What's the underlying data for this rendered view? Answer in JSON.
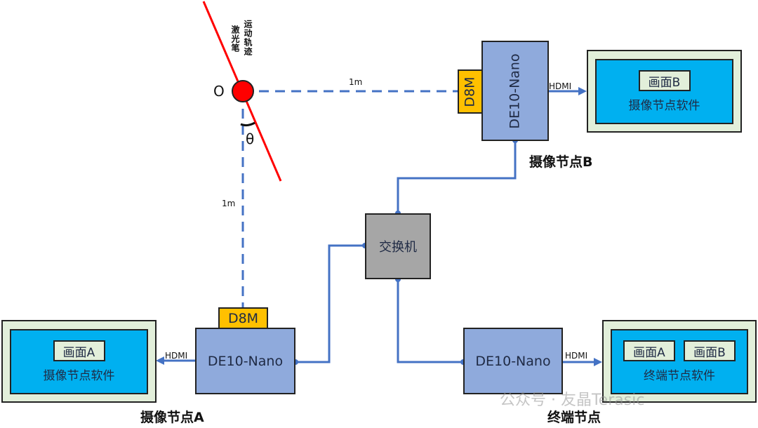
{
  "laser": {
    "origin_label": "O",
    "angle_label": "θ",
    "trajectory_label": "运动轨迹",
    "pen_label": "激光笔"
  },
  "distances": {
    "horizontal": "1m",
    "vertical": "1m"
  },
  "camera_node_a": {
    "board": "DE10-Nano",
    "sensor": "D8M",
    "link": "HDMI",
    "monitor_frame": "画面A",
    "monitor_software": "摄像节点软件",
    "node_label": "摄像节点A"
  },
  "camera_node_b": {
    "board": "DE10-Nano",
    "sensor": "D8M",
    "link": "HDMI",
    "monitor_frame": "画面B",
    "monitor_software": "摄像节点软件",
    "node_label": "摄像节点B"
  },
  "switch": {
    "label": "交换机"
  },
  "terminal_node": {
    "board": "DE10-Nano",
    "link": "HDMI",
    "monitor_frame_a": "画面A",
    "monitor_frame_b": "画面B",
    "monitor_software": "终端节点软件",
    "node_label": "终端节点"
  },
  "watermark": "公众号 · 友晶Terasic",
  "colors": {
    "board": "#8faadc",
    "sensor": "#ffc000",
    "switch": "#a6a6a6",
    "monitor_screen": "#00b0f0",
    "monitor_bezel": "#e2efda",
    "link_line": "#4472c4",
    "laser_line": "#ff0000",
    "laser_dot": "#ff0000"
  }
}
